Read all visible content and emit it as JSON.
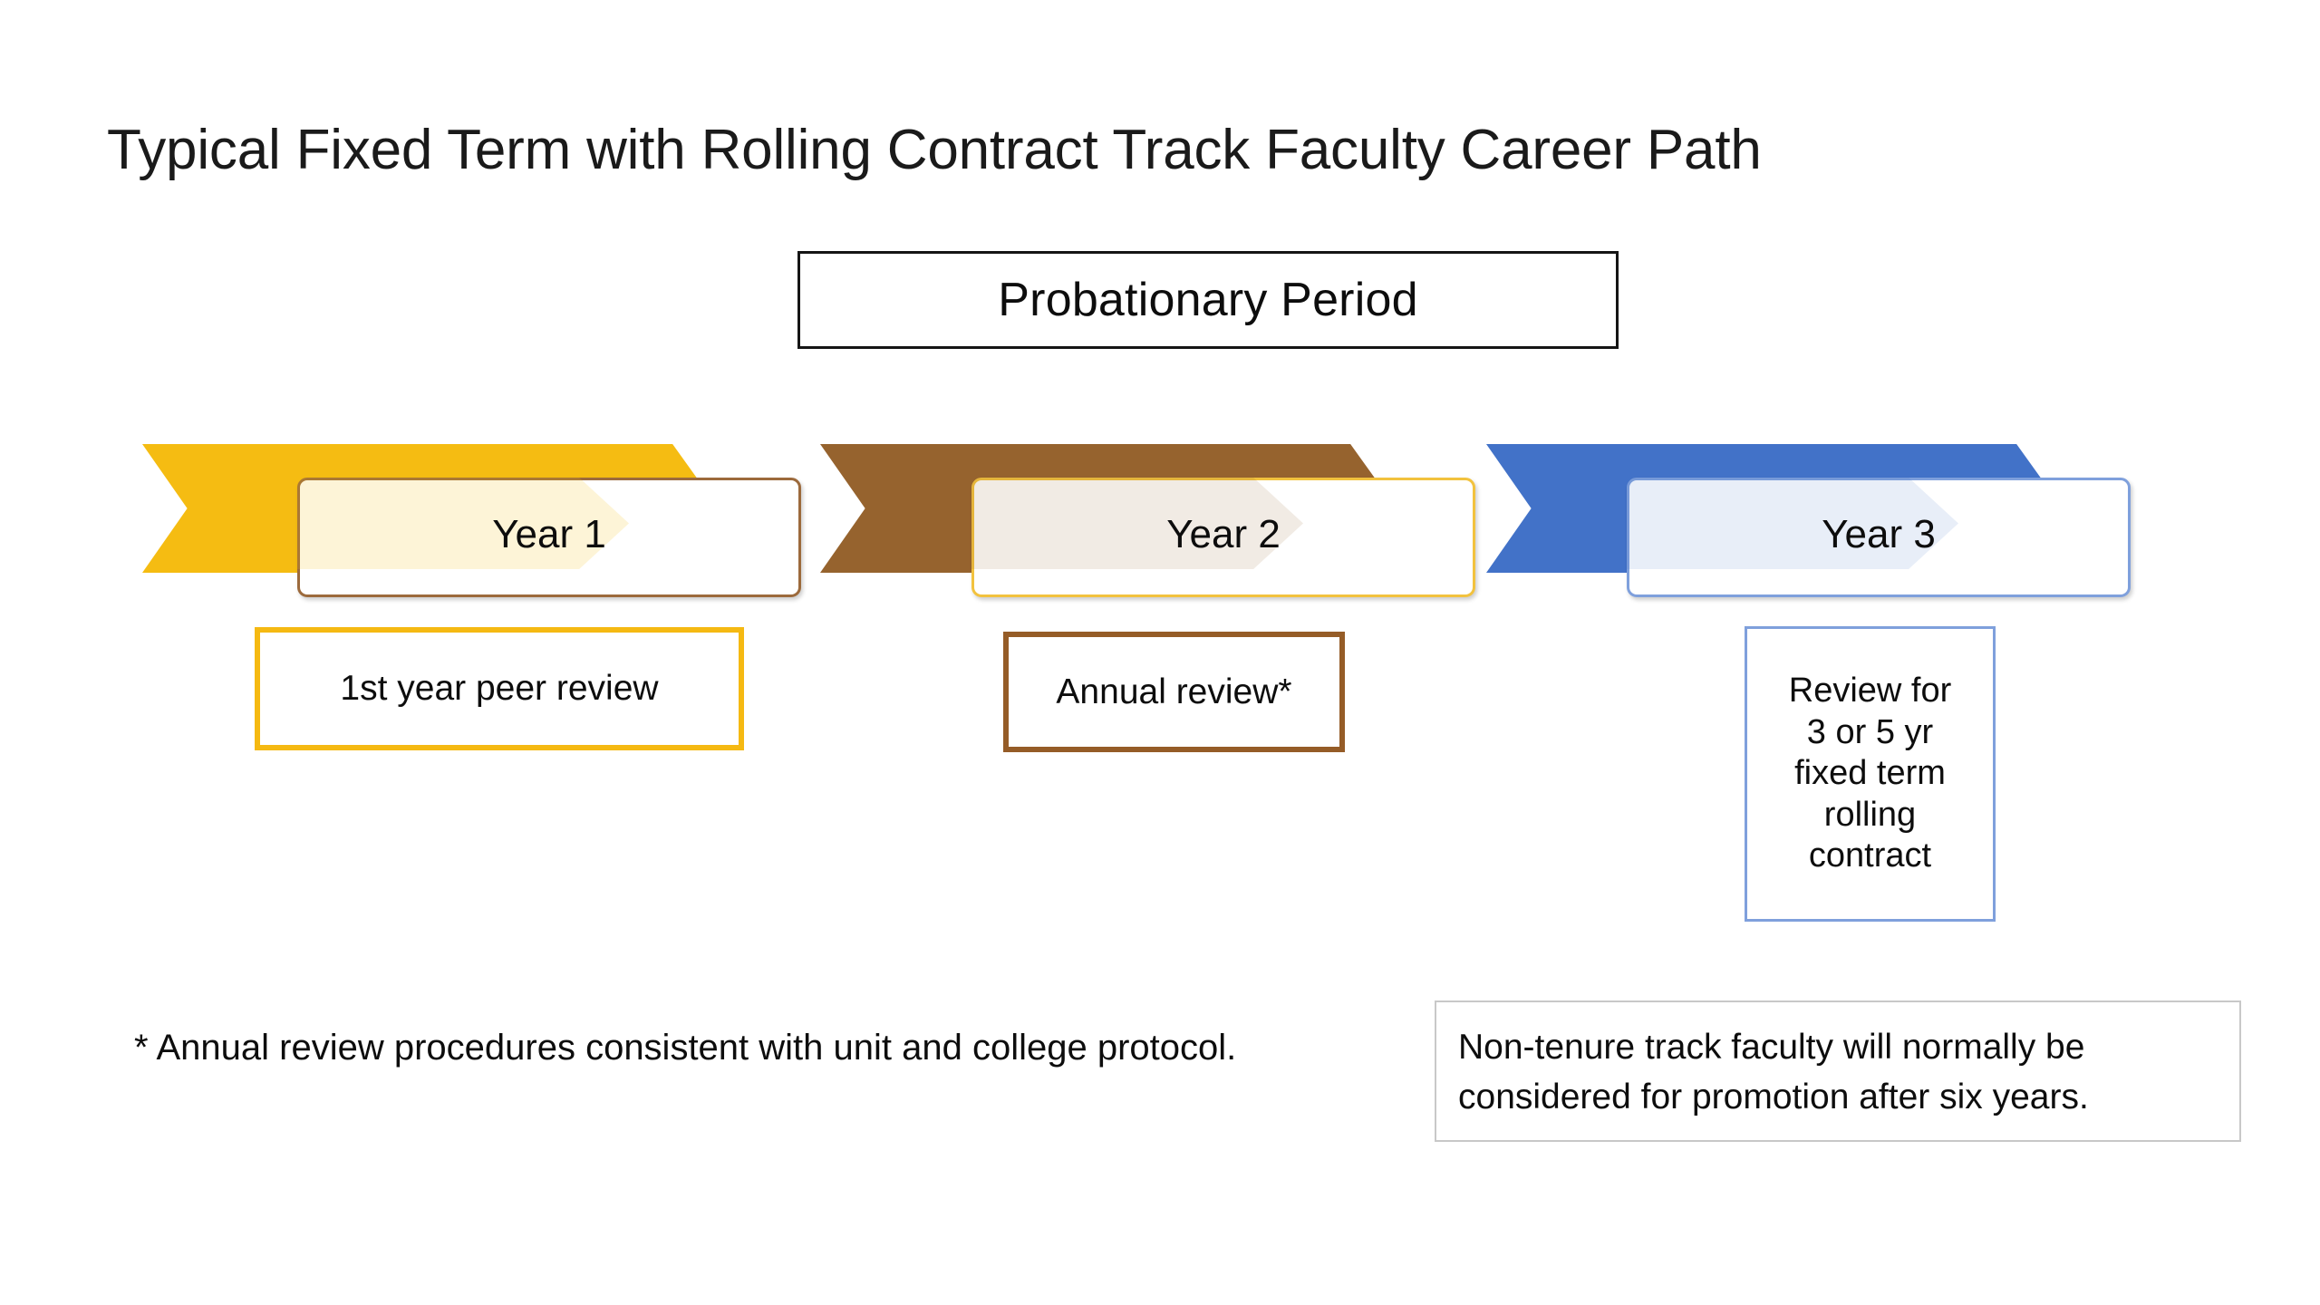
{
  "slide": {
    "title": "Typical Fixed Term with Rolling Contract Track Faculty Career Path",
    "background_color": "#FFFFFF"
  },
  "header_banner": {
    "label": "Probationary Period",
    "border_color": "#151515",
    "fill_color": "#FFFFFF"
  },
  "timeline": {
    "steps": [
      {
        "id": "year-1",
        "chevron_label": "Year 1",
        "chevron_color": "#F5BC12",
        "box_border_color": "#9C6A3C",
        "box_fill_color": "#FFFFFF",
        "caption": "1st year peer review",
        "caption_border_color": "#F5B912"
      },
      {
        "id": "year-2",
        "chevron_label": "Year 2",
        "chevron_color": "#96632E",
        "box_border_color": "#F2C23E",
        "box_fill_color": "#FFFFFF",
        "caption": "Annual  review*",
        "caption_border_color": "#955C27"
      },
      {
        "id": "year-3",
        "chevron_label": "Year 3",
        "chevron_color": "#4272C8",
        "box_border_color": "#7FA0DC",
        "box_fill_color": "#FFFFFF",
        "caption_lines": [
          "Review for",
          "3 or 5 yr",
          "fixed term",
          "rolling",
          "contract"
        ],
        "caption_border_color": "#7FA0DC"
      }
    ]
  },
  "footnote": {
    "text": "* Annual review procedures consistent with unit and college protocol."
  },
  "bottom_note": {
    "text": "Non-tenure track faculty will normally be considered for promotion after six years.",
    "border_color": "#C8C8C8"
  }
}
